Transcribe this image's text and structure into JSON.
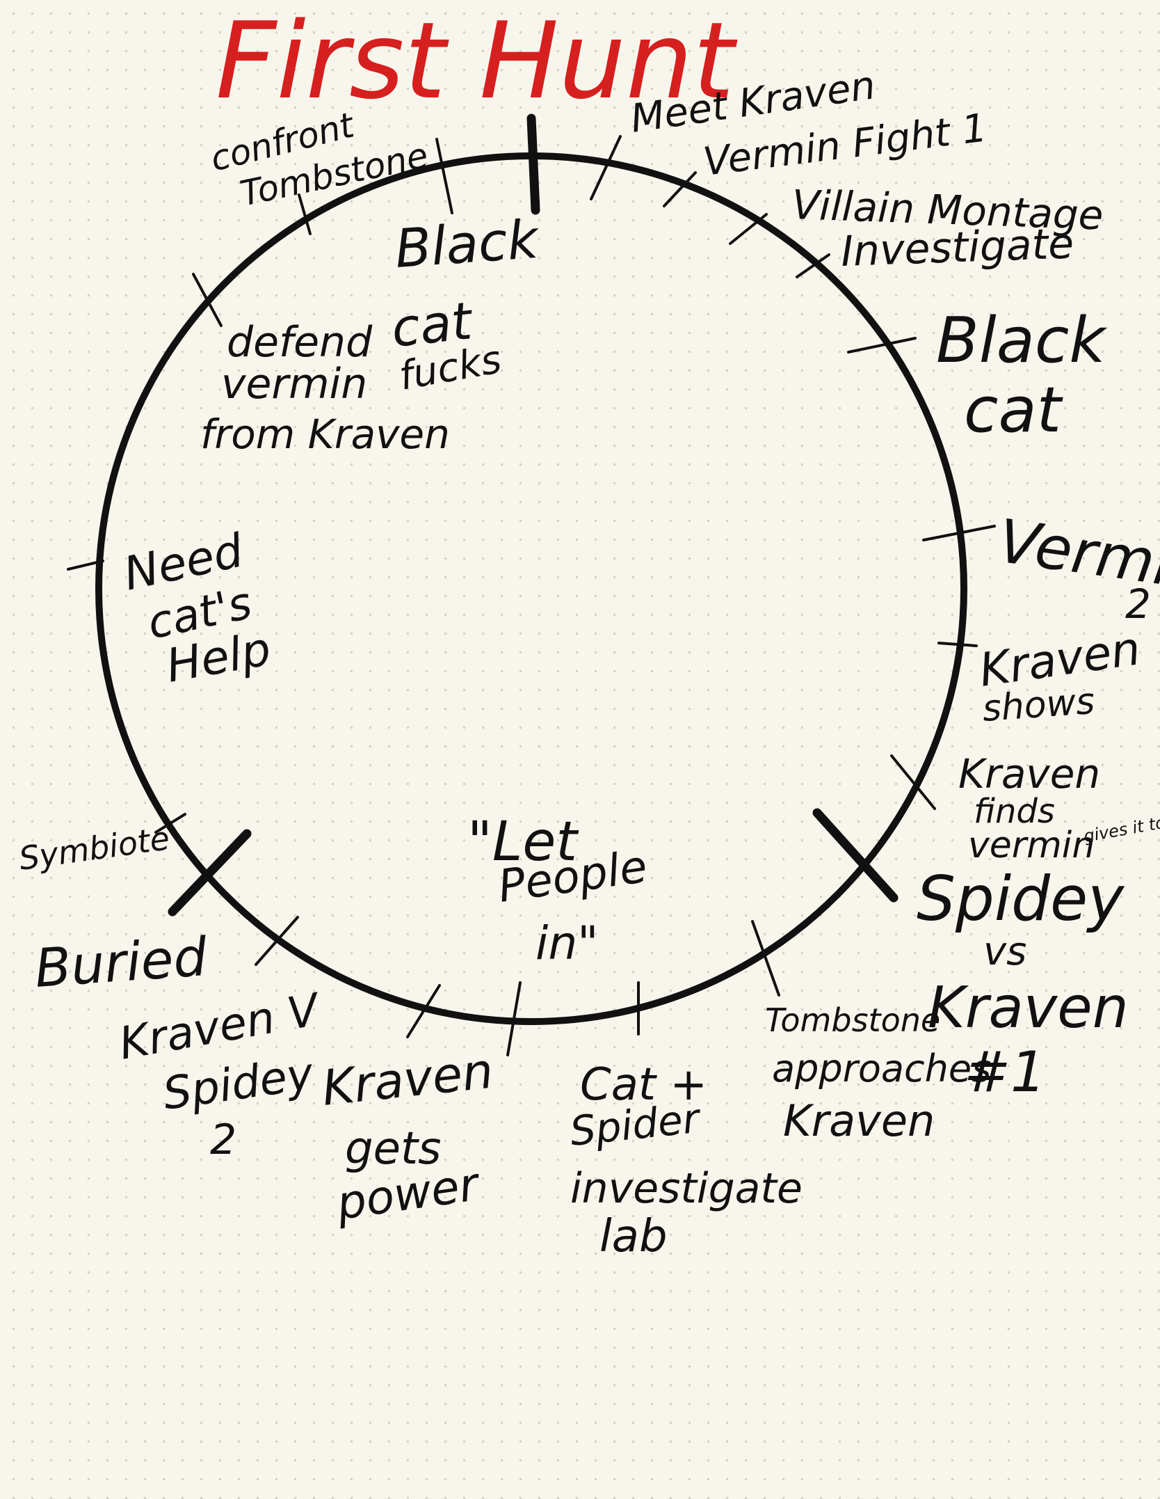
{
  "title": {
    "text": "First Hunt",
    "color": "#d61f1f"
  },
  "colors": {
    "ink": "#111111",
    "paper": "#f8f6ec",
    "dot": "#d4d2c6"
  },
  "labels": {
    "confront_tombstone": [
      "confront",
      "Tombstone"
    ],
    "meet_kraven": "Meet Kraven",
    "vermin_fight_1": "Vermin Fight 1",
    "villain_montage": "Villain Montage",
    "investigate": "Investigate",
    "black_cat_right": [
      "Black",
      "cat"
    ],
    "vermin_2": [
      "Vermin",
      "2"
    ],
    "kraven_shows": [
      "Kraven",
      "shows"
    ],
    "kraven_finds_vermin": [
      "Kraven",
      "finds",
      "vermin",
      "gives it to cat"
    ],
    "spidey_vs_kraven": [
      "Spidey",
      "vs",
      "Kraven",
      "#1"
    ],
    "tombstone_approaches": [
      "Tombstone",
      "approaches",
      "Kraven"
    ],
    "cat_spider_investigate": [
      "Cat +",
      "Spider",
      "investigate",
      "lab"
    ],
    "kraven_gets_power": [
      "Kraven",
      "gets",
      "power"
    ],
    "kraven_v_spidey_2": [
      "Kraven V",
      "Spidey",
      "2"
    ],
    "buried": "Buried",
    "symbiote": "Symbiote",
    "need_cats_help": [
      "Need",
      "cat's",
      "Help"
    ],
    "defend_vermin": [
      "defend",
      "vermin",
      "from Kraven"
    ],
    "black_cat_fucks": [
      "Black",
      "cat",
      "fucks"
    ],
    "let_people_in": [
      "\"Let",
      "People",
      "in\""
    ]
  }
}
